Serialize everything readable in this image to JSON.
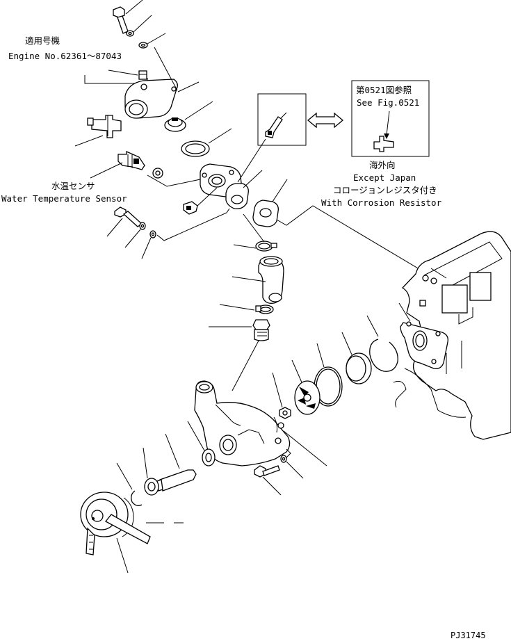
{
  "applicable_engine": {
    "label_jp": "適用号機",
    "label_en": "Engine No.62361～87043"
  },
  "reference_box": {
    "label_jp": "第0521図参照",
    "label_en": "See Fig.0521"
  },
  "region_note": {
    "jp": "海外向",
    "en": "Except Japan",
    "corrosion_jp": "コロージョンレジスタ付き",
    "corrosion_en": "With Corrosion Resistor"
  },
  "water_temp_sensor": {
    "label_jp": "水温センサ",
    "label_en": "Water Temperature Sensor"
  },
  "drawing_id": "PJ31745"
}
